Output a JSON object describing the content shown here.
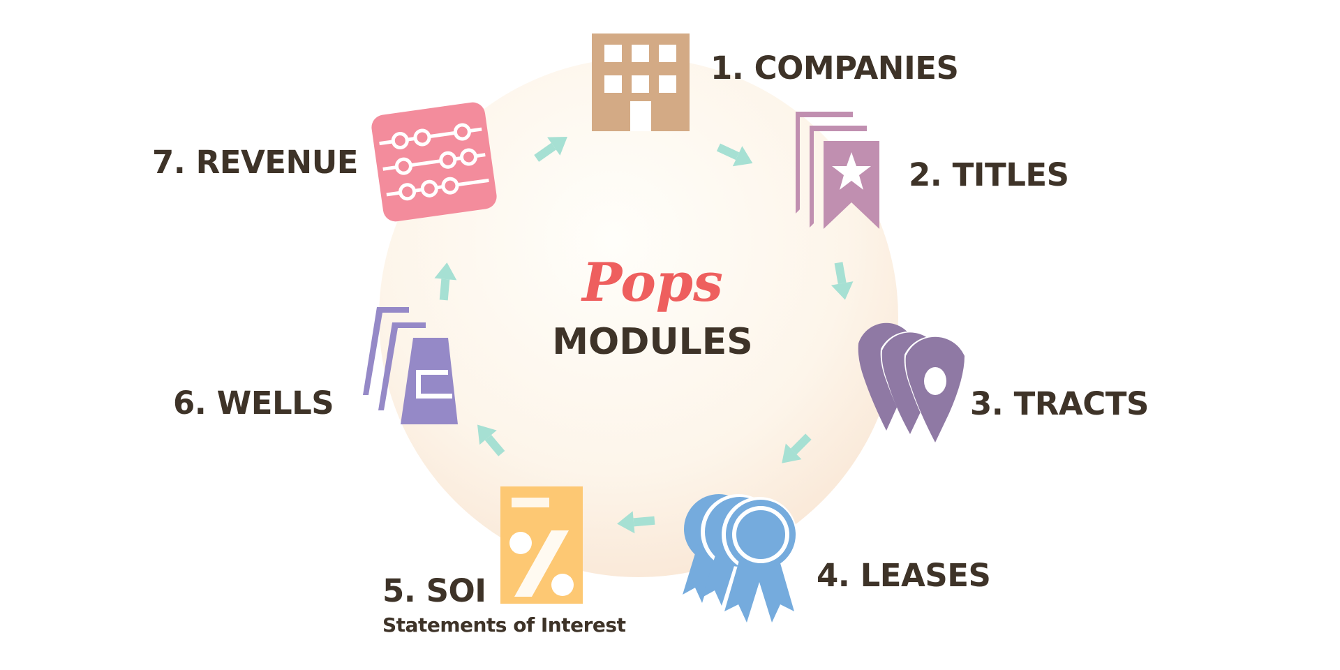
{
  "center": {
    "brand": "Pops",
    "title": "MODULES"
  },
  "modules": [
    {
      "label": "1. COMPANIES",
      "icon": "building-icon",
      "color": "#d3aa85"
    },
    {
      "label": "2. TITLES",
      "icon": "title-documents-icon",
      "color": "#c08fb0"
    },
    {
      "label": "3. TRACTS",
      "icon": "map-pin-icon",
      "color": "#8f79a4"
    },
    {
      "label": "4. LEASES",
      "icon": "ribbon-award-icon",
      "color": "#75abdd"
    },
    {
      "label": "5. SOI",
      "sublabel": "Statements of Interest",
      "icon": "percent-document-icon",
      "color": "#fdc873"
    },
    {
      "label": "6. WELLS",
      "icon": "wells-documents-icon",
      "color": "#9589c7"
    },
    {
      "label": "7. REVENUE",
      "icon": "abacus-icon",
      "color": "#f38c9c"
    }
  ],
  "colors": {
    "arrow": "#a6e0d3",
    "text": "#3e3328",
    "brand": "#ee5f5e"
  }
}
